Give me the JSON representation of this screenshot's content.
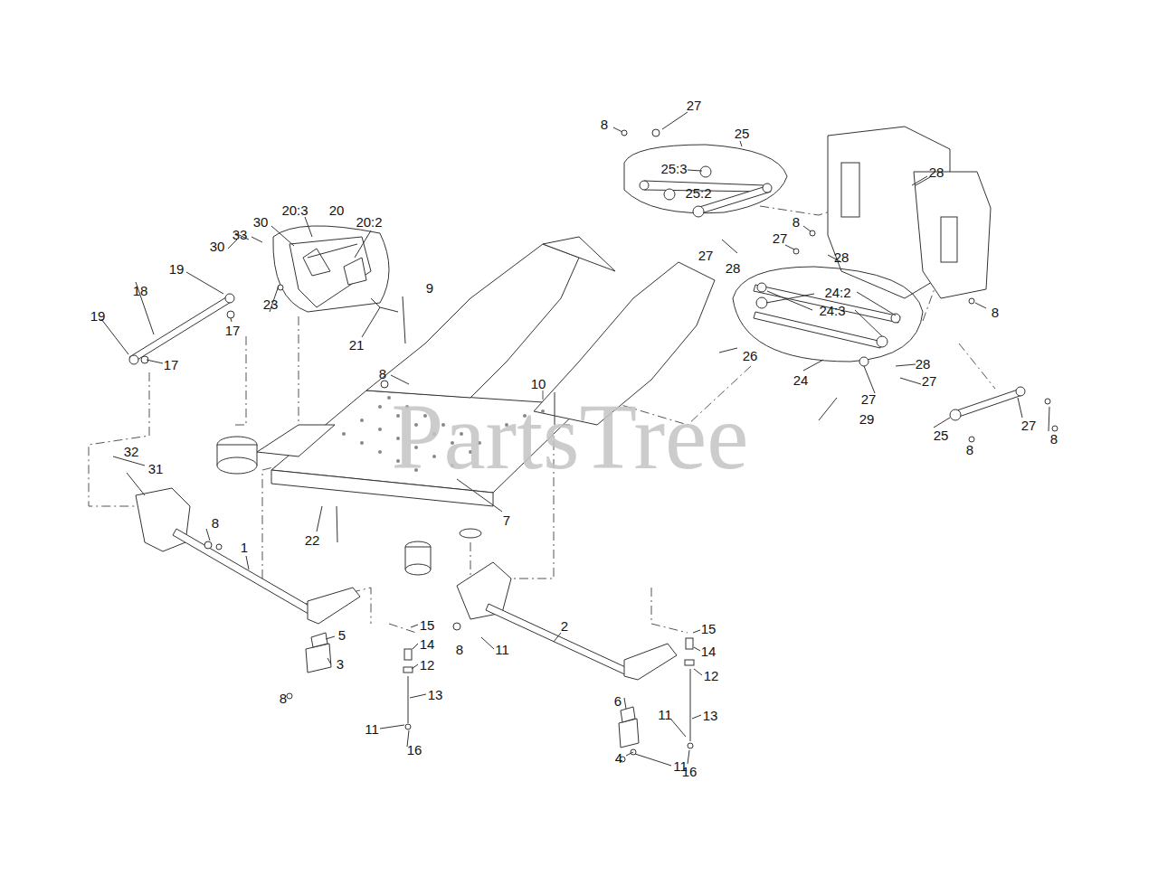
{
  "diagram": {
    "labels": [
      "20:3",
      "20",
      "30",
      "20:2",
      "33",
      "30",
      "19",
      "18",
      "23",
      "17",
      "21",
      "19",
      "17",
      "9",
      "8",
      "10",
      "7",
      "22",
      "32",
      "31",
      "8",
      "1",
      "5",
      "3",
      "8",
      "15",
      "14",
      "12",
      "13",
      "11",
      "16",
      "8",
      "11",
      "2",
      "15",
      "14",
      "12",
      "13",
      "6",
      "11",
      "4",
      "11",
      "16",
      "8",
      "27",
      "25",
      "25:3",
      "25:2",
      "28",
      "8",
      "27",
      "27",
      "28",
      "28",
      "24:2",
      "24:3",
      "8",
      "26",
      "24",
      "28",
      "27",
      "27",
      "29",
      "25",
      "8",
      "27",
      "8",
      "PartsTree"
    ]
  }
}
